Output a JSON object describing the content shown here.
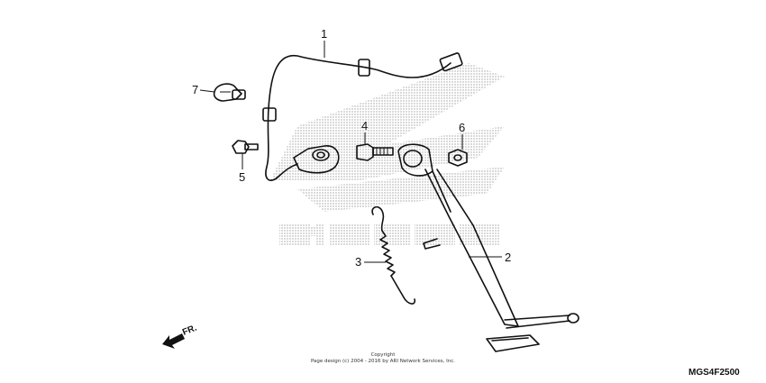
{
  "callouts": [
    {
      "id": "1",
      "label": "1"
    },
    {
      "id": "2",
      "label": "2"
    },
    {
      "id": "3",
      "label": "3"
    },
    {
      "id": "4",
      "label": "4"
    },
    {
      "id": "5",
      "label": "5"
    },
    {
      "id": "6",
      "label": "6"
    },
    {
      "id": "7",
      "label": "7"
    }
  ],
  "direction_label": "FR.",
  "copyright": {
    "line1": "Copyright",
    "line2": "Page design (c) 2004 - 2016 by ARI Network Services, Inc."
  },
  "diagram_code": "MGS4F2500"
}
